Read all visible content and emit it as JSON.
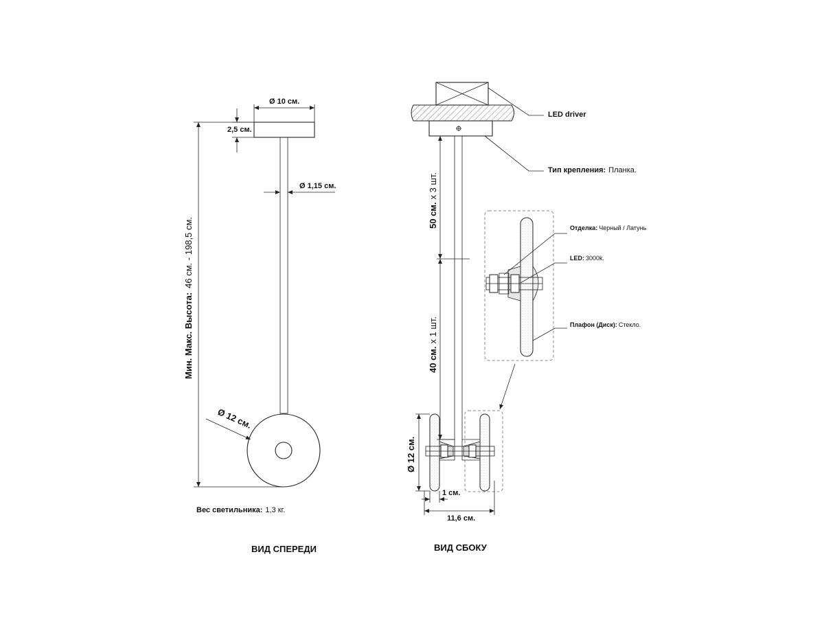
{
  "front_view": {
    "title": "ВИД СПЕРЕДИ",
    "dim_canopy_diameter": "Ø 10 см.",
    "dim_canopy_height": "2,5 см.",
    "dim_rod_diameter": "Ø 1,15 см.",
    "dim_disc_diameter": "Ø 12 см.",
    "height_label_bold": "Мин. Макс. Высота:",
    "height_label_value": "46 см. - 198,5 см.",
    "weight_label": "Вес светильника:",
    "weight_value": "1,3 кг."
  },
  "side_view": {
    "title": "ВИД СБОКУ",
    "driver_label": "LED driver",
    "mount_label": "Тип крепления:",
    "mount_value": "Планка.",
    "rod_upper_bold": "50 см.",
    "rod_upper_rest": "х 3 шт.",
    "rod_lower_bold": "40 см.",
    "rod_lower_rest": "х 1 шт.",
    "dim_disc_diameter": "Ø 12 см.",
    "dim_disc_thickness": "1 см.",
    "dim_total_depth": "11,6 см."
  },
  "detail": {
    "finish_label": "Отделка:",
    "finish_value": "Черный / Латунь",
    "led_label": "LED:",
    "led_value": "3000k.",
    "shade_label": "Плафон (Диск):",
    "shade_value": "Стекло."
  },
  "colors": {
    "line": "#222222",
    "dashed": "#888888",
    "text": "#111111",
    "background": "#ffffff"
  }
}
